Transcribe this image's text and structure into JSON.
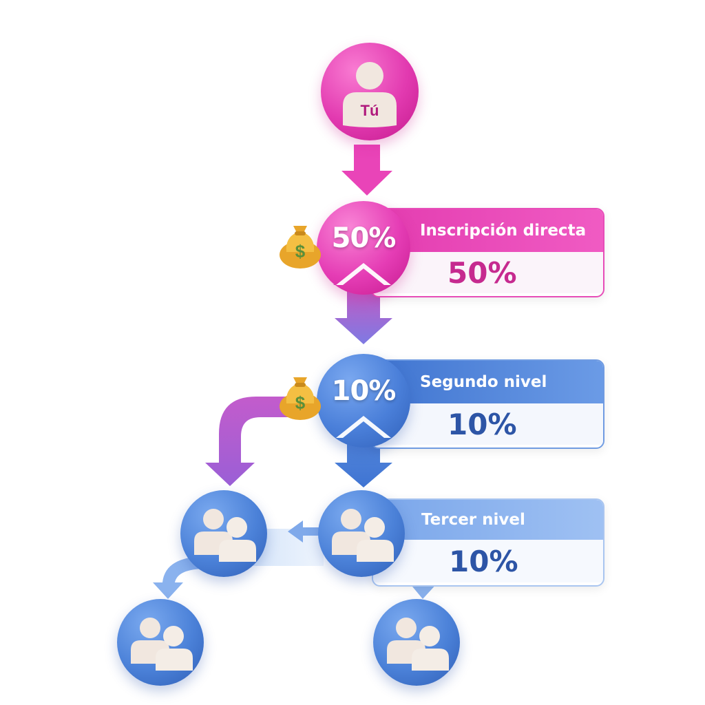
{
  "root": {
    "label": "Tú"
  },
  "levels": [
    {
      "badge": "50%",
      "title": "Inscripción directa",
      "value": "50%"
    },
    {
      "badge": "10%",
      "title": "Segundo nivel",
      "value": "10%"
    },
    {
      "title": "Tercer nivel",
      "value": "10%"
    }
  ],
  "icons": {
    "user": "user-icon",
    "group": "group-icon",
    "money": "money-bag-icon"
  },
  "colors": {
    "pink": "#e23ab0",
    "blue": "#4a7fd9",
    "light_blue": "#9fc1f3",
    "gold": "#f2b53a"
  }
}
